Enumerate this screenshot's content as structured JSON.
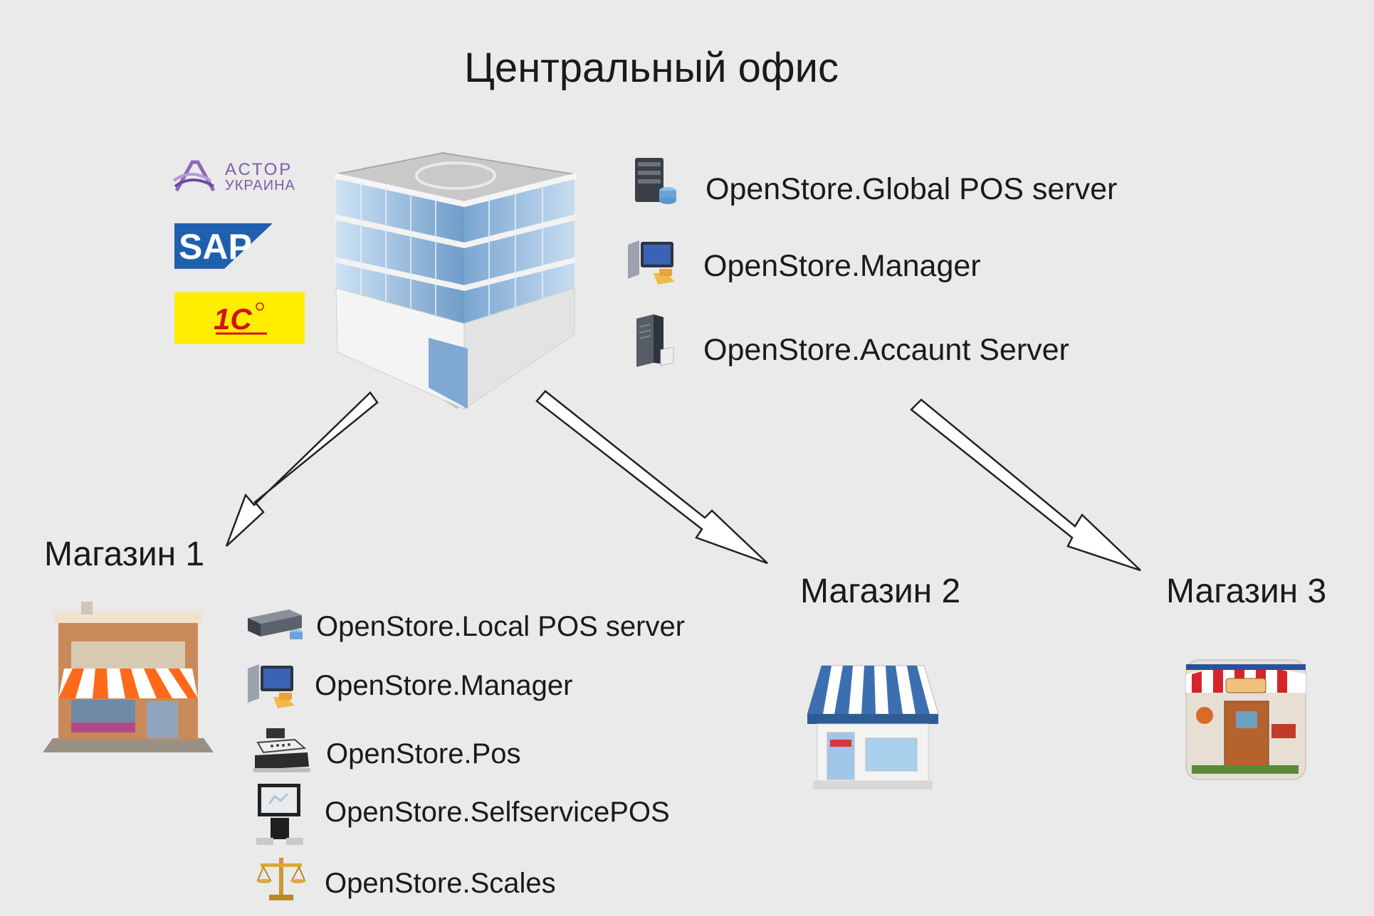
{
  "title": "Центральный офис",
  "partners": [
    {
      "name": "astor-logo",
      "line1": "АСТОР",
      "line2": "УКРАИНА"
    },
    {
      "name": "sap-logo",
      "text": "SAP"
    },
    {
      "name": "1c-logo",
      "text": "1С"
    }
  ],
  "office_items": [
    {
      "icon": "database-server-icon",
      "label": "OpenStore.Global POS server"
    },
    {
      "icon": "manager-workstation-icon",
      "label": "OpenStore.Manager"
    },
    {
      "icon": "tower-server-icon",
      "label": "OpenStore.Accaunt Server"
    }
  ],
  "stores": [
    {
      "label": "Магазин 1",
      "icon": "storefront-icon"
    },
    {
      "label": "Магазин 2",
      "icon": "small-shop-icon"
    },
    {
      "label": "Магазин 3",
      "icon": "cafe-icon"
    }
  ],
  "store1_items": [
    {
      "icon": "rack-server-icon",
      "label": "OpenStore.Local POS server"
    },
    {
      "icon": "manager-workstation-icon",
      "label": "OpenStore.Manager"
    },
    {
      "icon": "cash-register-icon",
      "label": "OpenStore.Pos"
    },
    {
      "icon": "self-service-kiosk-icon",
      "label": "OpenStore.SelfservicePOS"
    },
    {
      "icon": "scales-icon",
      "label": "OpenStore.Scales"
    }
  ],
  "colors": {
    "background": "#eaeaea",
    "astor": "#7b5ea7",
    "sap_blue": "#1f5fae",
    "onec_yellow": "#ffee00",
    "onec_red": "#d3121a",
    "awning_orange": "#ff6a1a",
    "awning_blue": "#3b6fb0",
    "cafe_red": "#d8232a"
  }
}
